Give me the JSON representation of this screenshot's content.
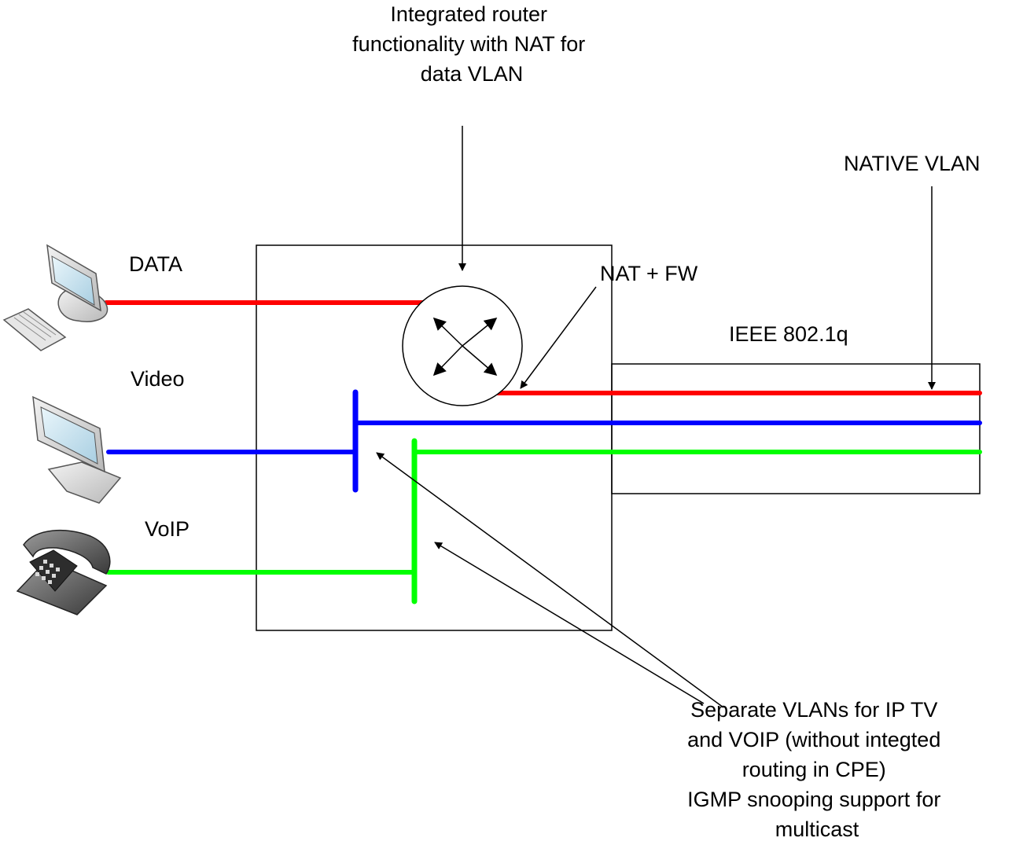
{
  "labels": {
    "router_note": [
      "Integrated router",
      "functionality with NAT for",
      "data VLAN"
    ],
    "native_vlan": "NATIVE VLAN",
    "data": "DATA",
    "nat_fw": "NAT + FW",
    "ieee": "IEEE 802.1q",
    "video": "Video",
    "voip": "VoIP",
    "vlan_note": [
      "Separate  VLANs for IP TV",
      "and VOIP (without integted",
      "routing in CPE)",
      "IGMP snooping support for",
      "multicast"
    ]
  },
  "colors": {
    "data_vlan": "#ff0000",
    "video_vlan": "#0000ff",
    "voip_vlan": "#00ff00",
    "outline": "#000000"
  },
  "icons": [
    "computer-icon",
    "monitor-icon",
    "telephone-icon",
    "router-icon"
  ]
}
